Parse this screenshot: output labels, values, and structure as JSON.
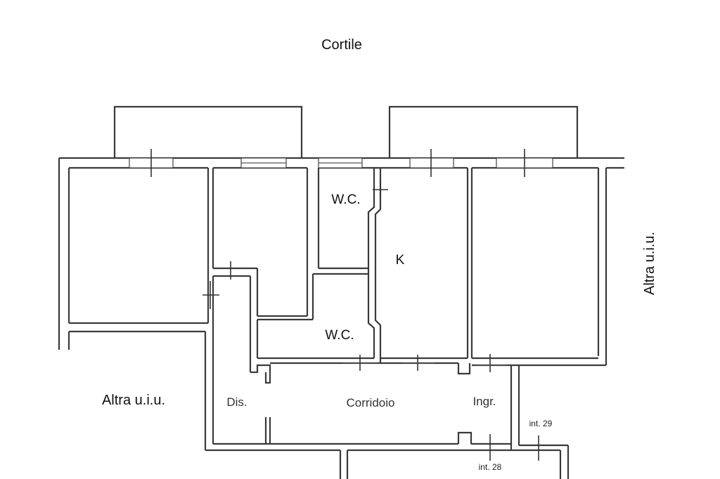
{
  "labels": {
    "courtyard": "Cortile",
    "altra_right": "Altra u.i.u.",
    "altra_left": "Altra u.i.u.",
    "wc_top": "W.C.",
    "wc_bottom": "W.C.",
    "kitchen": "K",
    "dis": "Dis.",
    "corridoio": "Corridoio",
    "ingr": "Ingr.",
    "int29": "int. 29",
    "int28": "int. 28"
  },
  "colors": {
    "wall": "#3a3a3a",
    "text": "#111111",
    "background": "#ffffff"
  }
}
